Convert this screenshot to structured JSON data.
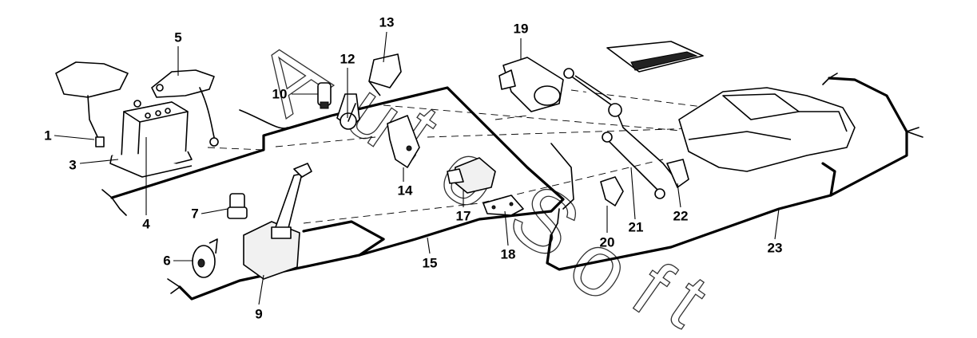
{
  "watermark": {
    "text": "AutoSoft"
  },
  "callouts": [
    {
      "id": "1",
      "label": "1"
    },
    {
      "id": "3",
      "label": "3"
    },
    {
      "id": "4",
      "label": "4"
    },
    {
      "id": "5",
      "label": "5"
    },
    {
      "id": "6",
      "label": "6"
    },
    {
      "id": "7",
      "label": "7"
    },
    {
      "id": "9",
      "label": "9"
    },
    {
      "id": "10",
      "label": "10"
    },
    {
      "id": "12",
      "label": "12"
    },
    {
      "id": "13",
      "label": "13"
    },
    {
      "id": "14",
      "label": "14"
    },
    {
      "id": "15",
      "label": "15"
    },
    {
      "id": "17",
      "label": "17"
    },
    {
      "id": "18",
      "label": "18"
    },
    {
      "id": "19",
      "label": "19"
    },
    {
      "id": "20",
      "label": "20"
    },
    {
      "id": "21",
      "label": "21"
    },
    {
      "id": "22",
      "label": "22"
    },
    {
      "id": "23",
      "label": "23"
    }
  ],
  "colors": {
    "line": "#000000",
    "background": "#ffffff"
  }
}
